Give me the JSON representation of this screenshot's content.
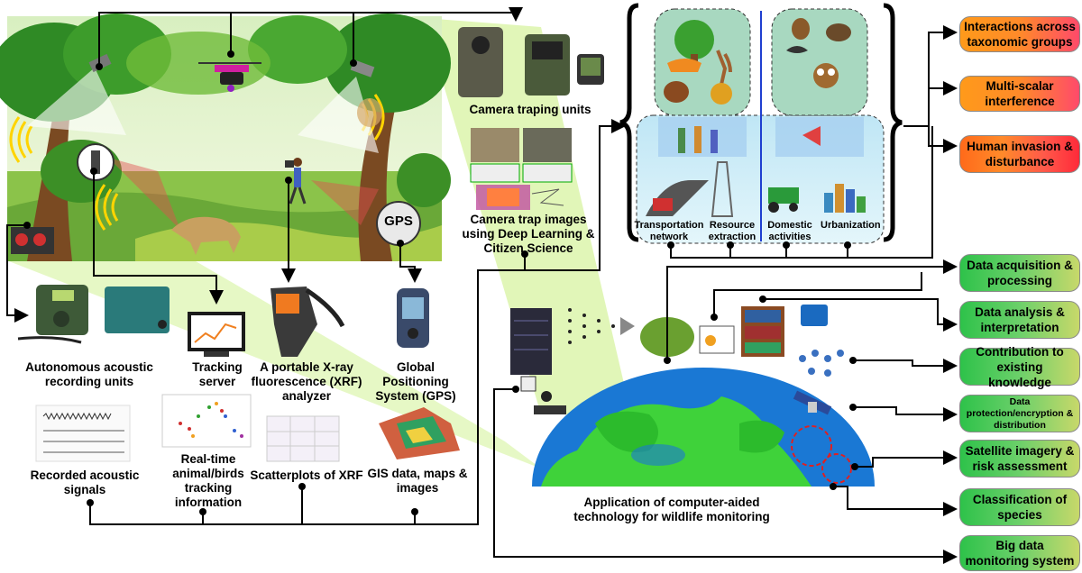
{
  "labels": {
    "camera_units": "Camera traping units",
    "camera_images": "Camera trap images using Deep Learning & Citizen Science",
    "acoustic_units": "Autonomous acoustic recording units",
    "tracking_server": "Tracking server",
    "xrf": "A portable X-ray fluorescence (XRF) analyzer",
    "gps": "Global Positioning System (GPS)",
    "gps_badge": "GPS",
    "acoustic_signals": "Recorded acoustic signals",
    "tracking_info": "Real-time animal/birds tracking information",
    "scatterplots": "Scatterplots of XRF",
    "gis": "GIS data, maps & images",
    "application": "Application of computer-aided technology for wildlife monitoring",
    "transport": "Transportation network",
    "resource": "Resource extraction",
    "domestic": "Domestic activities",
    "urbanization": "Urbanization"
  },
  "outcomes": [
    {
      "text": "Interactions across taxonomic groups",
      "style": "warm"
    },
    {
      "text": "Multi-scalar interference",
      "style": "warm1"
    },
    {
      "text": "Human invasion & disturbance",
      "style": "warm"
    },
    {
      "text": "Data acquisition & processing",
      "style": "green"
    },
    {
      "text": "Data analysis & interpretation",
      "style": "green"
    },
    {
      "text": "Contribution to existing knowledge",
      "style": "green"
    },
    {
      "text": "Data protection/encryption & distribution",
      "style": "green"
    },
    {
      "text": "Satellite imagery & risk assessment",
      "style": "green"
    },
    {
      "text": "Classification of species",
      "style": "green"
    },
    {
      "text": "Big data monitoring system",
      "style": "green"
    }
  ],
  "colors": {
    "forest_dark": "#2f7a1f",
    "forest_light": "#bfe36a",
    "sky": "#e8f4c8",
    "beam": "#c9ee7a",
    "ocean": "#1a86d8",
    "land": "#3fd23a",
    "panel": "#bfe9f6",
    "panel_top": "#b8dcf0",
    "divider": "#1f3fd0",
    "warm_box": "#ff6a2a",
    "green_box": "#4cc85a",
    "wire": "#000000"
  },
  "icons": [
    "drone-icon",
    "camera-trap-icon",
    "gps-device-icon",
    "xrf-analyzer-icon",
    "server-rack-icon",
    "brain-icon",
    "laptop-icon",
    "satellite-icon",
    "tiger-icon",
    "owl-icon",
    "tarsier-icon",
    "tractor-icon",
    "road-icon",
    "oil-rig-icon",
    "city-icon",
    "megaphone-icon",
    "hikers-icon"
  ]
}
